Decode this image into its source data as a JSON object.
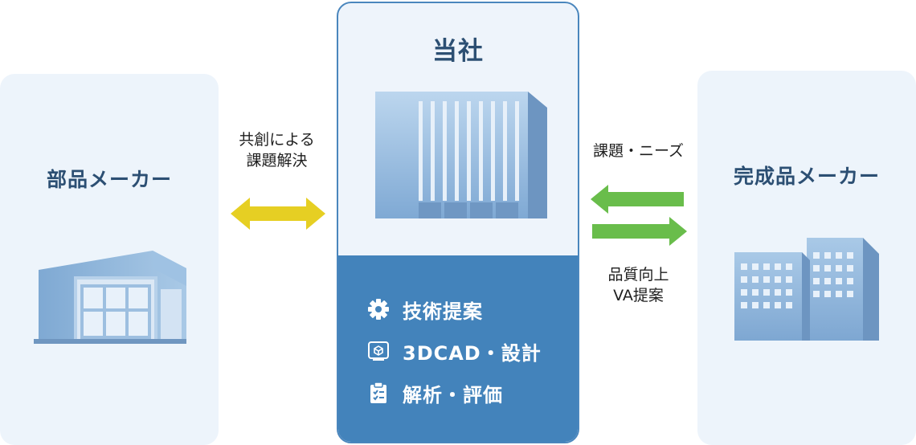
{
  "left": {
    "title": "部品メーカー",
    "icon": "factory-icon"
  },
  "center": {
    "title": "当社",
    "icon": "office-building-icon",
    "services": [
      {
        "label": "技術提案",
        "icon": "gear-icon"
      },
      {
        "label": "3DCAD・設計",
        "icon": "3d-cube-icon"
      },
      {
        "label": "解析・評価",
        "icon": "clipboard-check-icon"
      }
    ]
  },
  "right": {
    "title": "完成品メーカー",
    "icon": "buildings-icon"
  },
  "left_link": {
    "label_line1": "共創による",
    "label_line2": "課題解決",
    "color": "#e6cf23"
  },
  "right_link": {
    "top_label": "課題・ニーズ",
    "bottom_line1": "品質向上",
    "bottom_line2": "VA提案",
    "color": "#69bd4b"
  }
}
